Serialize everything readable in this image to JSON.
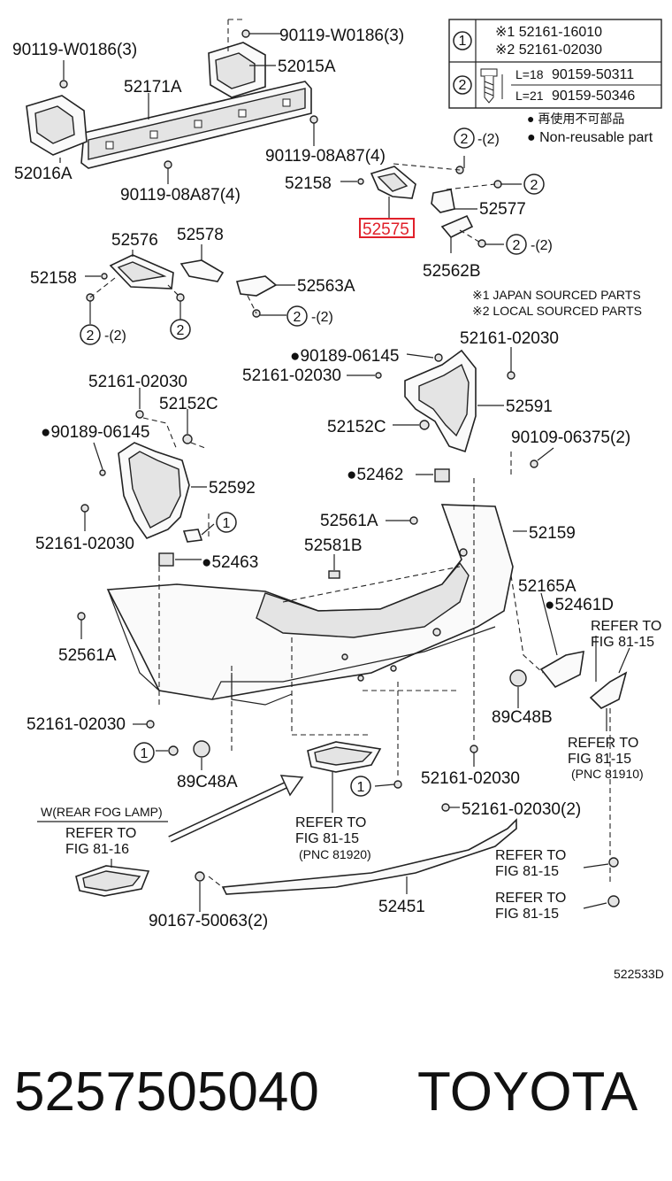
{
  "legend_table": {
    "row1_key": "1",
    "row1_a": "※1 52161-16010",
    "row1_b": "※2 52161-02030",
    "row2_key": "2",
    "row2_l18": "L=18",
    "row2_a": "90159-50311",
    "row2_l21": "L=21",
    "row2_b": "90159-50346",
    "reuse_jp": "● 再使用不可部品",
    "reuse_en": "● Non-reusable part"
  },
  "source_notes": {
    "note1": "※1  JAPAN SOURCED PARTS",
    "note2": "※2  LOCAL SOURCED PARTS"
  },
  "labels": {
    "p_90119_w0186_l": "90119-W0186(3)",
    "p_90119_w0186_r": "90119-W0186(3)",
    "p_52171a": "52171A",
    "p_52015a": "52015A",
    "p_52016a": "52016A",
    "p_90119_08a87_r": "90119-08A87(4)",
    "p_90119_08a87_l": "90119-08A87(4)",
    "p_52158_top": "52158",
    "p_52575": "52575",
    "p_52577": "52577",
    "p_52562b": "52562B",
    "p_52576": "52576",
    "p_52578": "52578",
    "p_52158_left": "52158",
    "p_52563a": "52563A",
    "p_90189_06145_r": "●90189-06145",
    "p_52161_02030_a": "52161-02030",
    "p_52161_02030_b": "52161-02030",
    "p_52591": "52591",
    "p_52152c_r": "52152C",
    "p_52161_02030_c": "52161-02030",
    "p_52152c_l": "52152C",
    "p_90189_06145_l": "●90189-06145",
    "p_52592": "52592",
    "p_52161_02030_d": "52161-02030",
    "p_90109_06375": "90109-06375(2)",
    "p_52462": "●52462",
    "p_52561a_r": "52561A",
    "p_52159": "52159",
    "p_52581b": "52581B",
    "p_52463": "●52463",
    "p_52165a": "52165A",
    "p_52461d": "●52461D",
    "p_52561a_l": "52561A",
    "p_refer_81_15_r1": "REFER TO",
    "p_refer_81_15_r1b": "FIG 81-15",
    "p_52161_02030_e": "52161-02030",
    "p_89c48b": "89C48B",
    "p_refer_81_15_r2": "REFER TO",
    "p_refer_81_15_r2b": "FIG 81-15",
    "p_pnc_81910": "(PNC 81910)",
    "p_89c48a": "89C48A",
    "p_52161_02030_f": "52161-02030",
    "p_52161_02030_2": "52161-02030(2)",
    "p_fog_head": "W(REAR FOG LAMP)",
    "p_refer_81_16": "REFER TO",
    "p_refer_81_16b": "FIG 81-16",
    "p_refer_81_15_c": "REFER TO",
    "p_refer_81_15_cb": "FIG 81-15",
    "p_pnc_81920": "(PNC 81920)",
    "p_refer_81_15_d": "REFER TO",
    "p_refer_81_15_db": "FIG 81-15",
    "p_refer_81_15_e": "REFER TO",
    "p_refer_81_15_eb": "FIG 81-15",
    "p_52451": "52451",
    "p_90167_50063": "90167-50063(2)",
    "p_fig_code": "522533D",
    "qty2": "-(2)",
    "ref1": "1",
    "ref2": "2"
  },
  "footer": {
    "part_number": "5257505040",
    "brand": "TOYOTA"
  },
  "colors": {
    "highlight": "#e0202a",
    "ink": "#111111"
  }
}
